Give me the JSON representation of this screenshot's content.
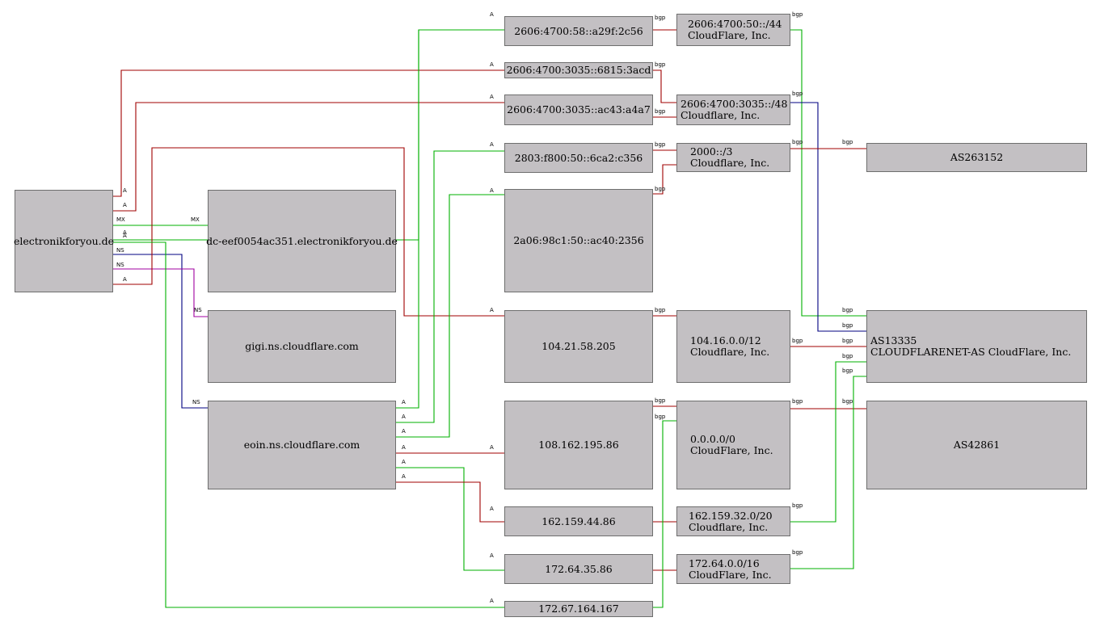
{
  "nodes": {
    "domain": "electronikforyou.de",
    "mx_host": "dc-eef0054ac351.electronikforyou.de",
    "ns_gigi": "gigi.ns.cloudflare.com",
    "ns_eoin": "eoin.ns.cloudflare.com",
    "ip6_1": "2606:4700:58::a29f:2c56",
    "ip6_2": "2606:4700:3035::6815:3acd",
    "ip6_3": "2606:4700:3035::ac43:a4a7",
    "ip6_4": "2803:f800:50::6ca2:c356",
    "ip6_5": "2a06:98c1:50::ac40:2356",
    "ip4_1": "104.21.58.205",
    "ip4_2": "108.162.195.86",
    "ip4_3": "162.159.44.86",
    "ip4_4": "172.64.35.86",
    "ip4_5": "172.67.164.167",
    "pfx_1": "2606:4700:50::/44\nCloudFlare, Inc.",
    "pfx_2": "2606:4700:3035::/48\nCloudflare, Inc.",
    "pfx_3": "2000::/3\nCloudflare, Inc.",
    "pfx_4": "104.16.0.0/12\nCloudflare, Inc.",
    "pfx_5": "0.0.0.0/0\nCloudFlare, Inc.",
    "pfx_6": "162.159.32.0/20\nCloudflare, Inc.",
    "pfx_7": "172.64.0.0/16\nCloudFlare, Inc.",
    "as_1": "AS263152",
    "as_2": "AS13335\nCLOUDFLARENET-AS CloudFlare, Inc.",
    "as_3": "AS42861"
  },
  "edge_labels": {
    "a": "A",
    "mx": "MX",
    "ns": "NS",
    "bgp": "bgp"
  },
  "colors": {
    "node_fill": "#c3c0c3",
    "red": "#a00000",
    "green": "#00b000",
    "blue": "#000080",
    "purple": "#a000a0"
  }
}
